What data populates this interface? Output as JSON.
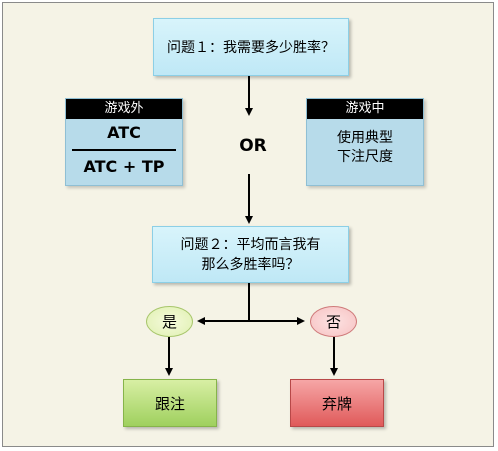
{
  "question1": "问题１：我需要多少胜率？",
  "out_game": {
    "header": "游戏外",
    "numerator": "ATC",
    "denominator": "ATC + TP"
  },
  "or_label": "OR",
  "in_game": {
    "header": "游戏中",
    "line1": "使用典型",
    "line2": "下注尺度"
  },
  "question2": {
    "line1": "问题２：平均而言我有",
    "line2": "那么多胜率吗？"
  },
  "yes": "是",
  "no": "否",
  "follow": "跟注",
  "fold": "弃牌",
  "colors": {
    "background": "#f5f3e6",
    "question_fill": "#bfe8f6",
    "panel_fill": "#b7dbea",
    "follow_fill": "#9fd05e",
    "fold_fill": "#e05a5a"
  }
}
